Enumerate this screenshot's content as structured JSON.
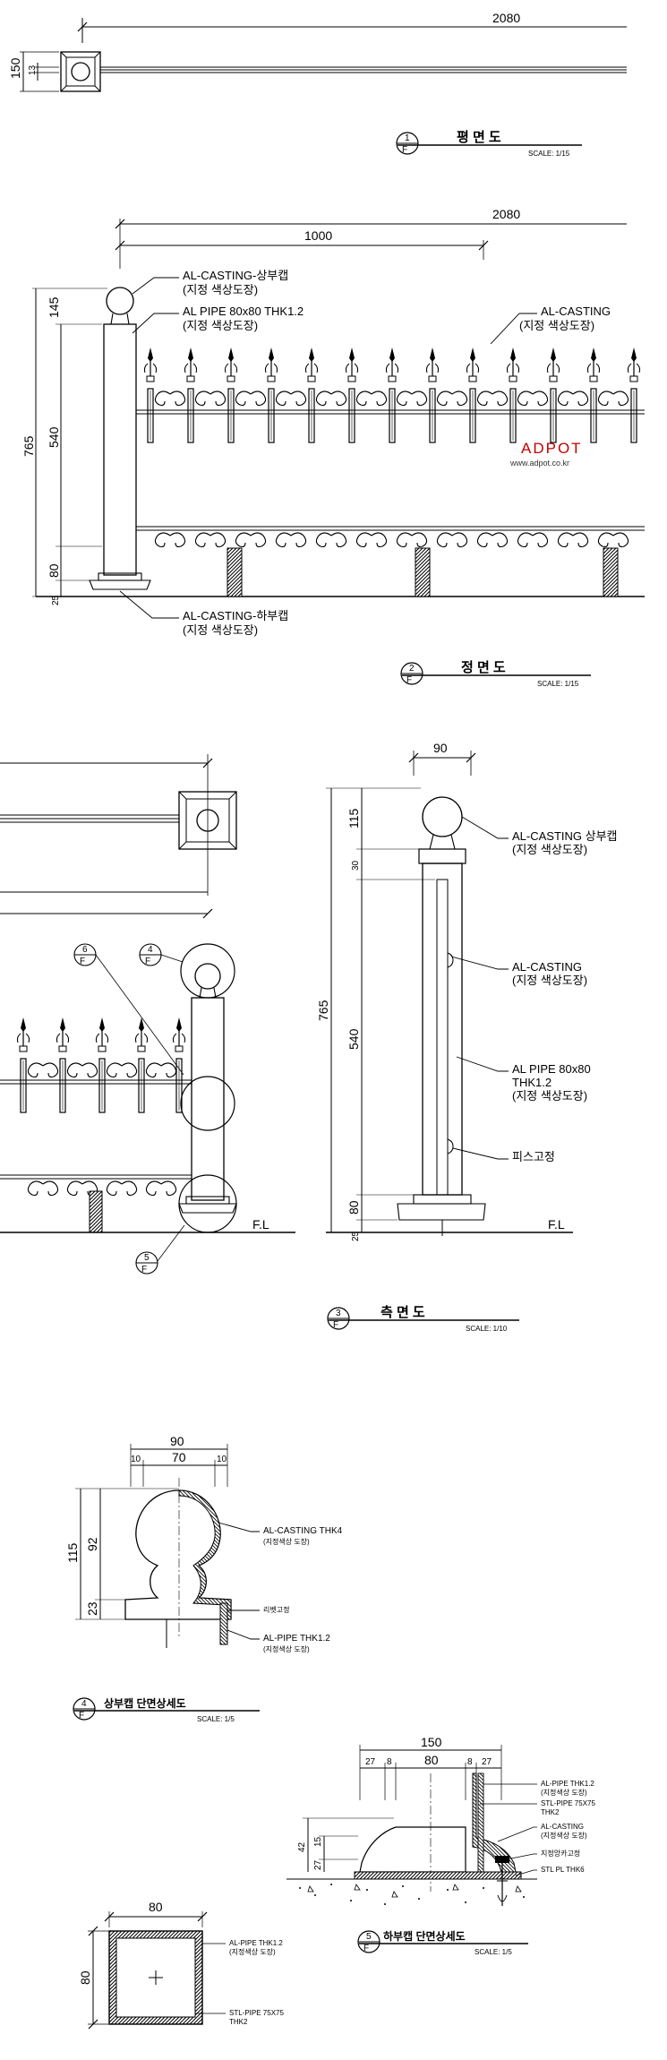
{
  "watermark": {
    "brand": "ADPOT",
    "url": "www.adpot.co.kr",
    "accent_color": "#c40000"
  },
  "plan_view": {
    "dim_top": "2080",
    "dim_height": "150",
    "dim_inner": "13",
    "title": {
      "number": "1",
      "sheet": "F",
      "label": "평 면 도",
      "scale": "SCALE: 1/15"
    }
  },
  "elevation": {
    "dim_total": "2080",
    "dim_half": "1000",
    "dim_765": "765",
    "dim_145": "145",
    "dim_540": "540",
    "dim_80": "80",
    "dim_25": "25",
    "callouts": {
      "top_cap": "AL-CASTING-상부캡",
      "top_cap_note": "(지정 색상도장)",
      "pipe": "AL PIPE 80x80 THK1.2",
      "pipe_note": "(지정 색상도장)",
      "casting": "AL-CASTING",
      "casting_note": "(지정 색상도장)",
      "bottom_cap": "AL-CASTING-하부캡",
      "bottom_cap_note": "(지정 색상도장)"
    },
    "title": {
      "number": "2",
      "sheet": "F",
      "label": "정 면 도",
      "scale": "SCALE: 1/15"
    }
  },
  "partial_elevation": {
    "marker_a": "6",
    "marker_b": "4",
    "marker_c": "5",
    "sheet": "F",
    "floor_label": "F.L"
  },
  "side_view": {
    "dim_90": "90",
    "dim_765": "765",
    "dim_115": "115",
    "dim_30": "30",
    "dim_540": "540",
    "dim_80": "80",
    "dim_25": "25",
    "callouts": {
      "top_cap": "AL-CASTING 상부캡",
      "top_cap_note": "(지정 색상도장)",
      "casting": "AL-CASTING",
      "casting_note": "(지정 색상도장)",
      "pipe": "AL PIPE 80x80",
      "pipe_thk": "THK1.2",
      "pipe_note": "(지정 색상도장)",
      "screw": "피스고정"
    },
    "floor_label": "F.L",
    "title": {
      "number": "3",
      "sheet": "F",
      "label": "측 면 도",
      "scale": "SCALE: 1/10"
    }
  },
  "detail_top": {
    "dim_90": "90",
    "dim_10a": "10",
    "dim_70": "70",
    "dim_10b": "10",
    "dim_115": "115",
    "dim_92": "92",
    "dim_23": "23",
    "callouts": {
      "casting": "AL-CASTING THK4",
      "casting_note": "(지정색상 도장)",
      "rivet": "리벳고정",
      "pipe": "AL-PIPE THK1.2",
      "pipe_note": "(지정색상 도장)"
    },
    "title": {
      "number": "4",
      "sheet": "F",
      "label": "상부캡 단면상세도",
      "scale": "SCALE: 1/5"
    }
  },
  "detail_bottom": {
    "dim_150": "150",
    "dim_27a": "27",
    "dim_8a": "8",
    "dim_80": "80",
    "dim_8b": "8",
    "dim_27b": "27",
    "dim_42": "42",
    "dim_27c": "27",
    "dim_15": "15",
    "callouts": {
      "al_pipe": "AL-PIPE THK1.2",
      "al_pipe_note": "(지정색상 도장)",
      "stl_pipe": "STL-PIPE 75X75",
      "stl_pipe_thk": "THK2",
      "casting": "AL-CASTING",
      "casting_note": "(지정색상 도장)",
      "anchor": "지정앙카고정",
      "plate": "STL PL THK6"
    },
    "title": {
      "number": "5",
      "sheet": "F",
      "label": "하부캡 단면상세도",
      "scale": "SCALE: 1/5"
    }
  },
  "detail_section": {
    "dim_80_top": "80",
    "dim_80_side": "80",
    "callouts": {
      "al_pipe": "AL-PIPE THK1.2",
      "al_pipe_note": "(지정색상 도장)",
      "stl_pipe": "STL-PIPE 75X75",
      "stl_pipe_thk": "THK2"
    }
  }
}
